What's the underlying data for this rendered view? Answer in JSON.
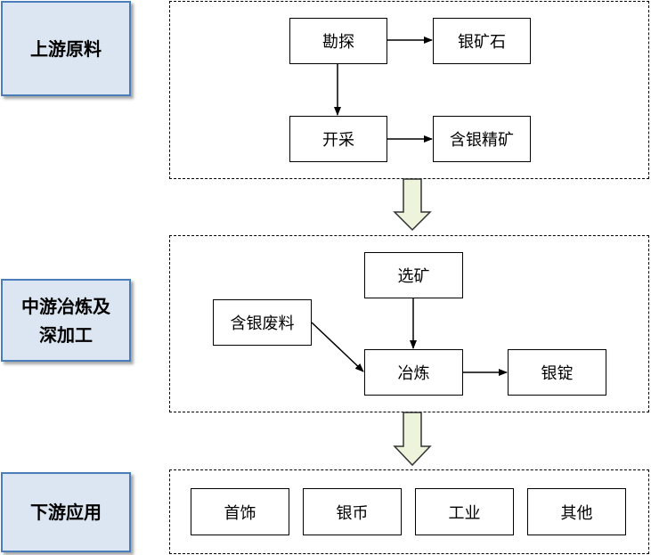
{
  "colors": {
    "stage_fill": "#dce6f2",
    "stage_border": "#4a7ebb",
    "block_arrow_fill": "#eef3dc"
  },
  "stages": [
    {
      "lines": [
        "上游原料"
      ]
    },
    {
      "lines": [
        "中游冶炼及",
        "深加工"
      ]
    },
    {
      "lines": [
        "下游应用"
      ]
    }
  ],
  "upstream": {
    "exploration": "勘探",
    "silver_ore": "银矿石",
    "mining": "开采",
    "silver_concentrate": "含银精矿"
  },
  "midstream": {
    "beneficiation": "选矿",
    "silver_scrap": "含银废料",
    "smelting": "冶炼",
    "silver_ingot": "银锭"
  },
  "downstream": {
    "jewelry": "首饰",
    "silver_coins": "银币",
    "industry": "工业",
    "other": "其他"
  }
}
